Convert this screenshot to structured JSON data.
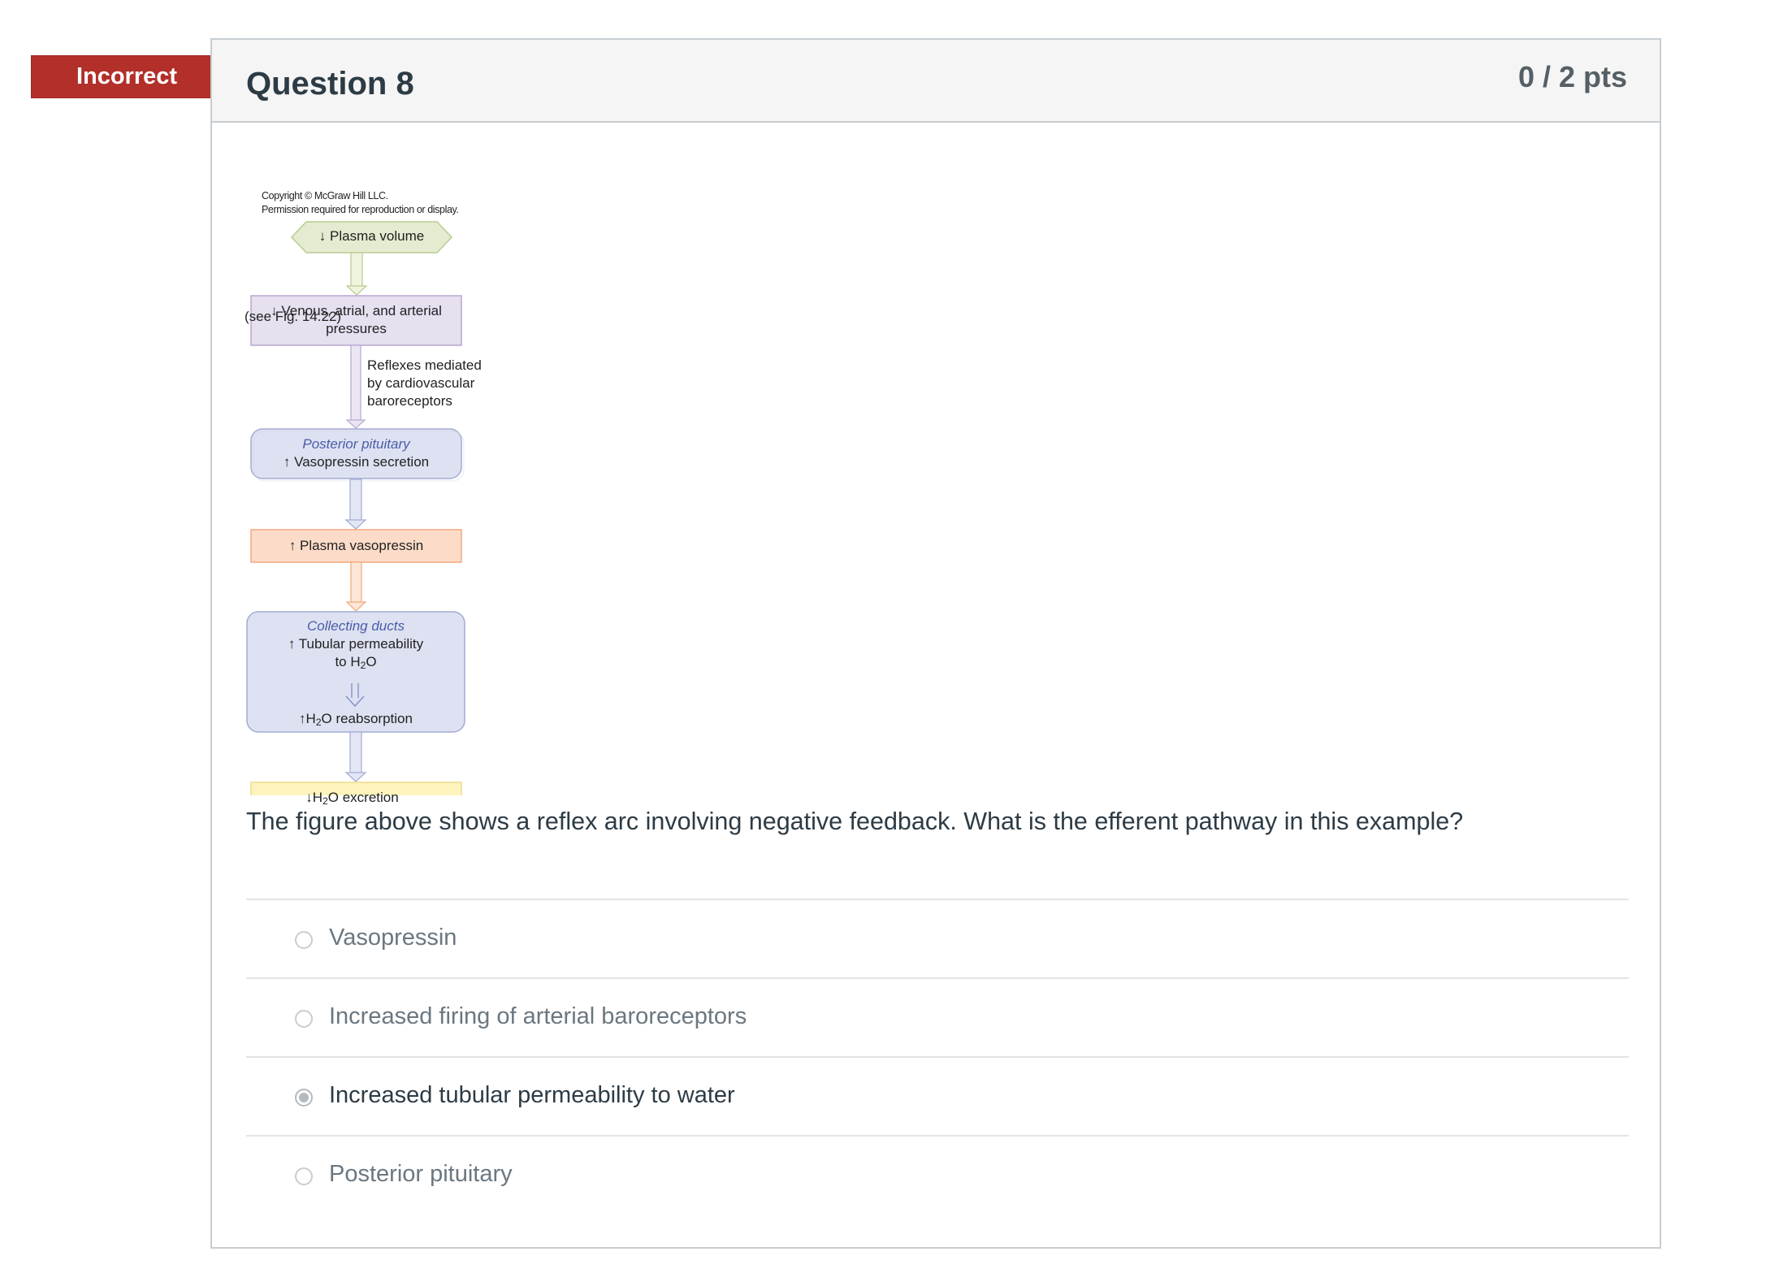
{
  "status_ribbon": {
    "label": "Incorrect",
    "color": "#b22f2a"
  },
  "question": {
    "title": "Question 8",
    "points": "0 / 2 pts",
    "text": "The figure above shows a reflex arc involving negative feedback. What is the efferent pathway in this example?"
  },
  "figure": {
    "copyright_line1": "Copyright © McGraw Hill LLC.",
    "copyright_line2": "Permission required for reproduction or display.",
    "plasma_volume": "↓ Plasma volume",
    "see_fig": "(see Fig. 14.22)",
    "pressures_line1": "↓ Venous, atrial, and arterial",
    "pressures_line2": "pressures",
    "reflex_line1": "Reflexes mediated",
    "reflex_line2": "by cardiovascular",
    "reflex_line3": "baroreceptors",
    "pituitary_title": "Posterior pituitary",
    "pituitary_text": "↑ Vasopressin secretion",
    "plasma_vasopressin": "↑ Plasma vasopressin",
    "ducts_title": "Collecting ducts",
    "ducts_line1": "↑ Tubular permeability",
    "ducts_line2_prefix": "to H",
    "ducts_line2_sub": "2",
    "ducts_line2_suffix": "O",
    "reabsorption_prefix": "↑H",
    "reabsorption_sub": "2",
    "reabsorption_suffix": "O reabsorption",
    "excretion_prefix": "↓H",
    "excretion_sub": "2",
    "excretion_suffix": "O excretion",
    "colors": {
      "plasma_volume": "#e3ecd0",
      "pressures": "#e6e0ef",
      "pituitary": "#dde1f1",
      "vasopressin": "#fcdcc8",
      "ducts": "#dde1f1",
      "excretion": "#fdf3bd"
    }
  },
  "answers": [
    {
      "label": "Vasopressin",
      "selected": false
    },
    {
      "label": "Increased firing of arterial baroreceptors",
      "selected": false
    },
    {
      "label": "Increased tubular permeability to water",
      "selected": true
    },
    {
      "label": "Posterior pituitary",
      "selected": false
    }
  ]
}
